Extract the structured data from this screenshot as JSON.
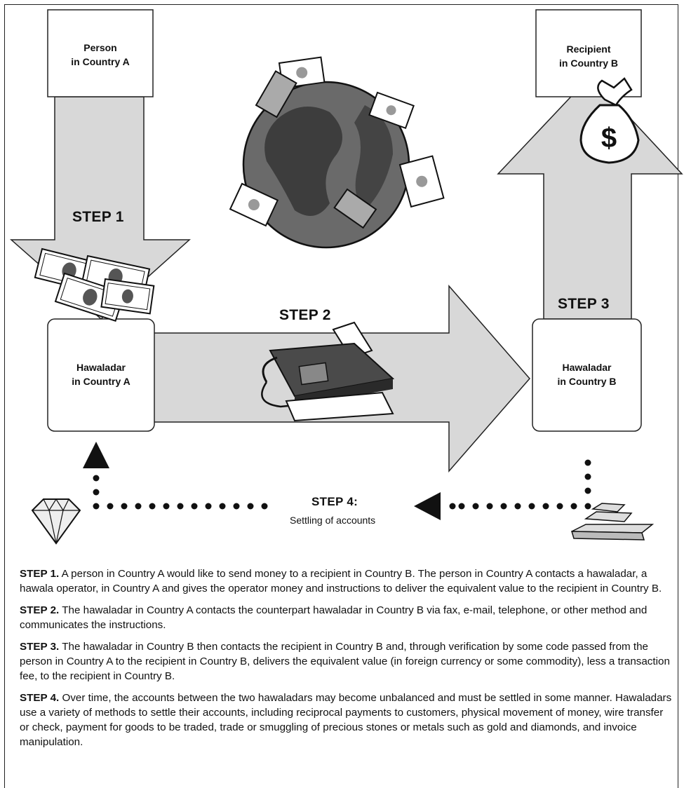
{
  "boxes": {
    "person_a": "Person\nin Country A",
    "recipient_b": "Recipient\nin Country B",
    "hawaladar_a": "Hawaladar\nin Country A",
    "hawaladar_b": "Hawaladar\nin Country B"
  },
  "steps": {
    "step1_title": "STEP 1",
    "step2_title": "STEP 2",
    "step3_title": "STEP 3",
    "step4_title": "STEP 4:",
    "step4_subtitle": "Settling of accounts"
  },
  "icons": {
    "money": "money-stack-icon",
    "globe": "globe-with-bills-icon",
    "fax": "fax-machine-icon",
    "money_bag": "dollar-money-bag-icon",
    "diamond": "diamond-icon",
    "gold": "gold-bars-icon"
  },
  "descriptions": [
    {
      "label": "STEP 1.",
      "text": " A person in Country A would like to send money to a recipient in Country B. The person in Country A contacts a hawaladar, a hawala operator, in Country A and gives the operator money and instructions to deliver the equivalent value to the recipient in Country B."
    },
    {
      "label": "STEP 2.",
      "text": " The hawaladar in Country A contacts the counterpart hawaladar in Country B via fax, e-mail, telephone, or other method and communicates the instructions."
    },
    {
      "label": "STEP 3.",
      "text": " The hawaladar in Country B then contacts the recipient in Country B and, through verification by some code passed from the person in Country A to the recipient in Country B, delivers the equivalent value (in foreign currency or some commodity), less a transaction fee, to the recipient in Country B."
    },
    {
      "label": "STEP 4.",
      "text": " Over time, the accounts between the two hawaladars may become unbalanced and must be settled in some manner. Hawaladars use a variety of methods to settle their accounts, including reciprocal payments to customers, physical movement of money, wire transfer or check, payment for goods to be traded, trade or smuggling of precious stones or metals such as gold and diamonds, and invoice manipulation."
    }
  ]
}
